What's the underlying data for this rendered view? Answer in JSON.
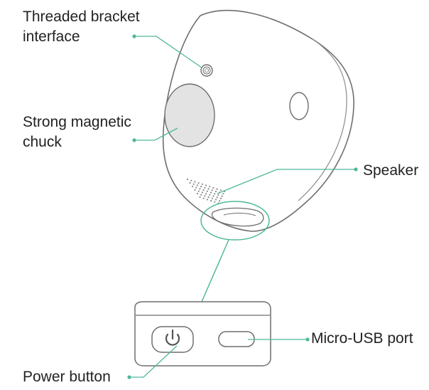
{
  "labels": {
    "threaded_bracket": "Threaded bracket\ninterface",
    "threaded_line1": "Threaded bracket",
    "threaded_line2": "interface",
    "magnetic_line1": "Strong magnetic",
    "magnetic_line2": "chuck",
    "speaker": "Speaker",
    "micro_usb": "Micro-USB port",
    "power_button": "Power button"
  },
  "colors": {
    "outline": "#6e6e6e",
    "leader_line": "#4fb89a",
    "magnet_fill": "#e3e3e3",
    "text": "#222222"
  },
  "icons": {
    "power": "power-icon"
  }
}
